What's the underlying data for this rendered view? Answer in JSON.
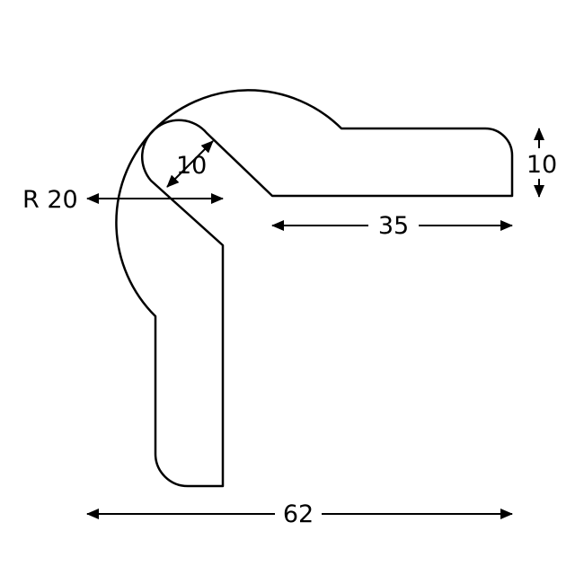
{
  "dimensions": {
    "radius": "R 20",
    "wall_thickness": "10",
    "flange_length": "35",
    "flange_thickness": "10",
    "overall_width": "62"
  },
  "colors": {
    "stroke": "#000000",
    "background": "#ffffff"
  }
}
